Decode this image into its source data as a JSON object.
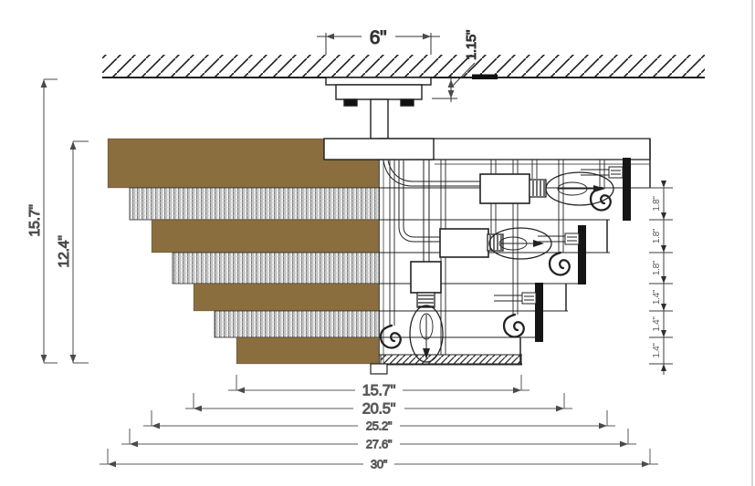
{
  "labels": {
    "canopy_width": "6\"",
    "canopy_drop": "1.15\"",
    "overall_height": "15.7\"",
    "body_height": "12.4\"",
    "tier_heights": [
      "1.8\"",
      "1.8\"",
      "1.8\"",
      "1.4\"",
      "1.4\"",
      "1.4\""
    ],
    "tier_diameters": [
      "15.7\"",
      "20.5\"",
      "25.2\"",
      "27.6\"",
      "30\""
    ]
  },
  "colors": {
    "wood": "#8a6e3e",
    "line": "#222222",
    "dim": "#5a5a5a"
  }
}
